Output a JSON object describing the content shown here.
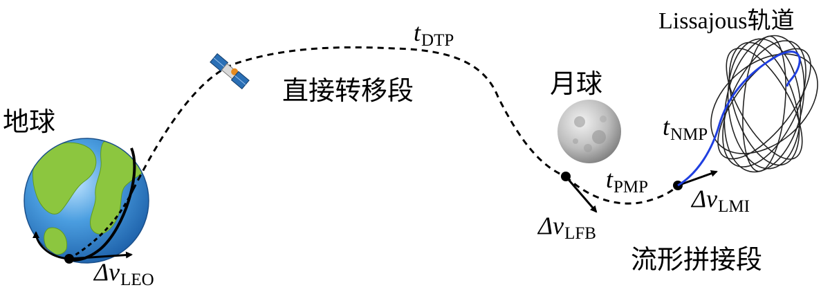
{
  "labels": {
    "earth": "地球",
    "direct_transfer": "直接转移段",
    "moon": "月球",
    "lissajous": "Lissajous轨道",
    "manifold_patch": "流形拼接段"
  },
  "symbols": {
    "dtp": {
      "main": "t",
      "sub": "DTP"
    },
    "nmp": {
      "main": "t",
      "sub": "NMP"
    },
    "pmp": {
      "main": "t",
      "sub": "PMP"
    },
    "leo": {
      "main": "Δv",
      "sub": "LEO"
    },
    "lfb": {
      "main": "Δv",
      "sub": "LFB"
    },
    "lmi": {
      "main": "Δv",
      "sub": "LMI"
    }
  },
  "colors": {
    "ocean": "#3f8fd6",
    "land": "#8cc63f",
    "trajectory": "#000000",
    "manifold": "#1f3fe0",
    "moon": "#b9b9b9",
    "satellite_body": "#e58a1f",
    "satellite_panel": "#2a6fb5"
  },
  "icons": [
    "earth-icon",
    "moon-icon",
    "satellite-icon"
  ]
}
